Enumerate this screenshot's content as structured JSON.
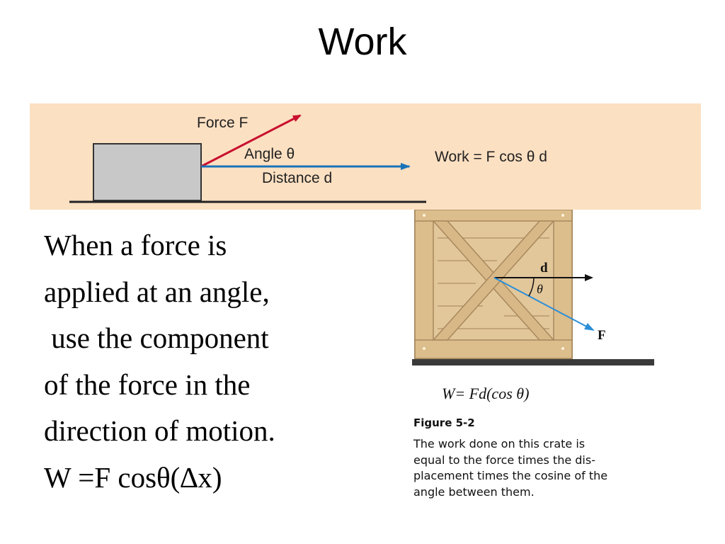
{
  "slide": {
    "title": "Work"
  },
  "banner": {
    "force_label": "Force F",
    "angle_label": "Angle θ",
    "distance_label": "Distance d",
    "work_formula": "Work = F cos θ d",
    "force_color": "#c8102e",
    "distance_color": "#1a73b8",
    "block_color": "#c8c8c8"
  },
  "body_text": {
    "lines": [
      "When a force is",
      "applied at an angle,",
      " use the component",
      "of the force in the",
      "direction of motion.",
      "W =F cosθ(∆x)"
    ]
  },
  "figure": {
    "d_label": "d",
    "theta_label": "θ",
    "f_label": "F",
    "formula": "W= Fd(cos θ)",
    "caption_title": "Figure 5-2",
    "caption_lines": [
      "The work done on this crate is",
      "equal to the force times the dis-",
      "placement times the cosine of the",
      "angle between them."
    ]
  }
}
